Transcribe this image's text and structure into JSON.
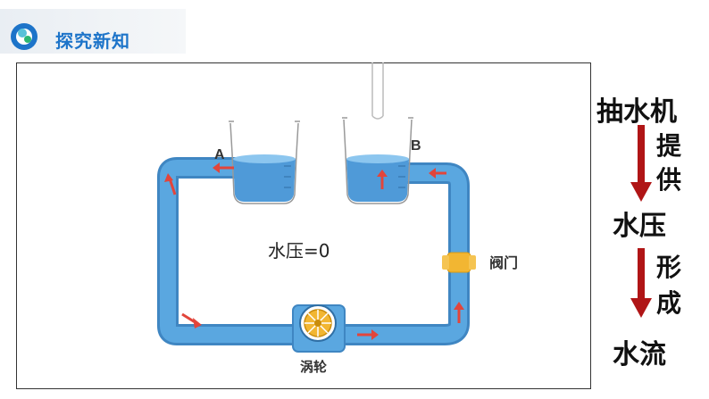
{
  "header": {
    "title": "探究新知"
  },
  "diagram": {
    "label_a": "A",
    "label_b": "B",
    "pressure_label": "水压=0",
    "valve_label": "阀门",
    "turbine_label": "涡轮"
  },
  "sidebar": {
    "line1": "抽水机",
    "line2a": "提",
    "line2b": "供",
    "line3": "水压",
    "line4a": "形",
    "line4b": "成",
    "line5": "水流"
  },
  "colors": {
    "pipe": "#5aa7e0",
    "pipe_edge": "#3f86c2",
    "flow_arrow": "#e2453b",
    "title": "#1d74c9",
    "down_arrow": "#b01516",
    "valve": "#f2b632"
  }
}
